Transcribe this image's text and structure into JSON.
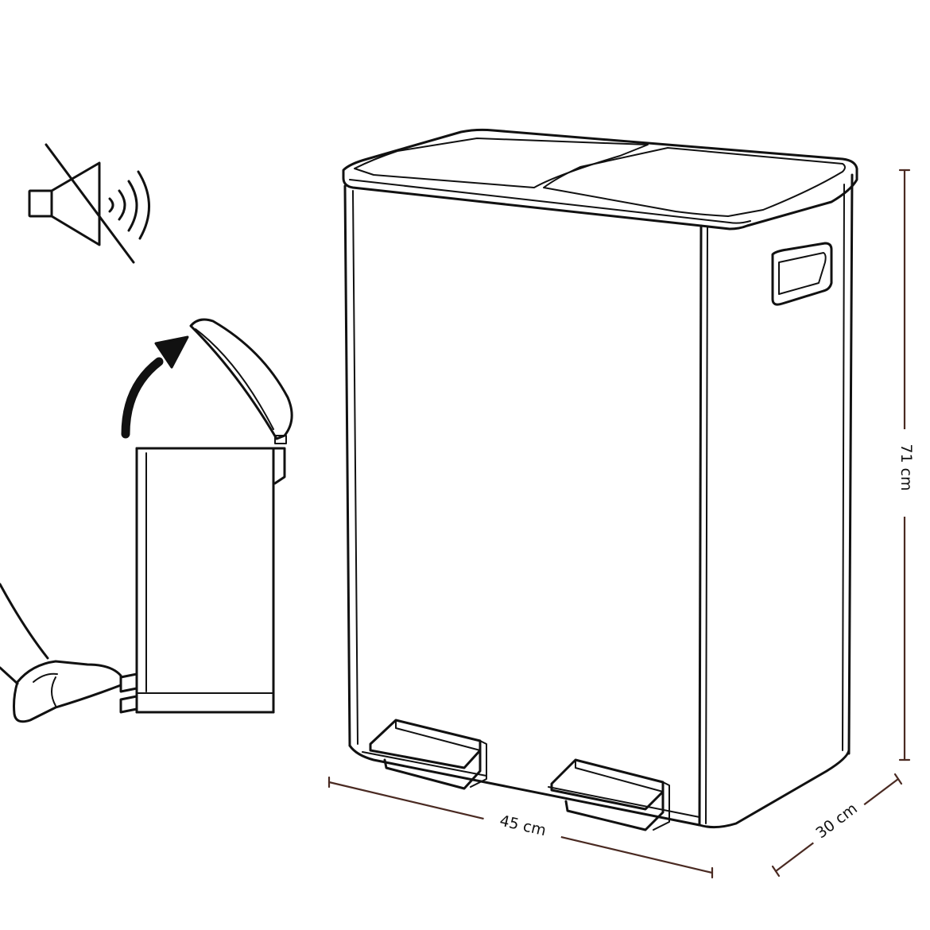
{
  "dimensions": {
    "width": "45 cm",
    "depth": "30 cm",
    "height": "71 cm"
  },
  "icons": {
    "mute": "speaker-muted-icon",
    "arrow": "curved-arrow-up-icon",
    "foot": "foot-pressing-pedal"
  }
}
